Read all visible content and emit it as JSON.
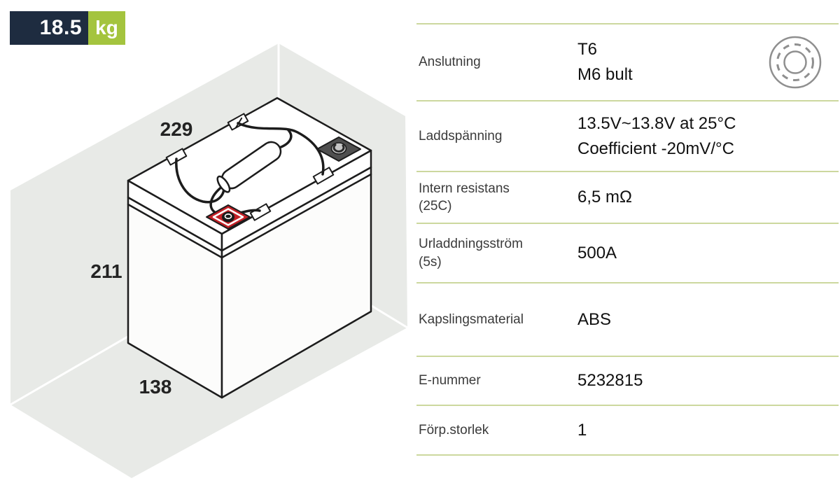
{
  "badge": {
    "weight": "18.5",
    "unit": "kg",
    "navy_color": "#1e2c40",
    "green_color": "#a4c43e"
  },
  "diagram": {
    "dim_width": "229",
    "dim_height": "211",
    "dim_depth": "138",
    "colors": {
      "background": "#e8eae7",
      "outline": "#1c1c1c",
      "positive_terminal": "#c32026",
      "negative_terminal": "#4f4f4f"
    }
  },
  "spec_table": {
    "divider_color": "#ccd89e",
    "rows": [
      {
        "label": "Anslutning",
        "label_sub": "",
        "value": "T6",
        "value_line2": "M6 bult"
      },
      {
        "label": "Laddspänning",
        "label_sub": "",
        "value": "13.5V~13.8V at 25°C",
        "value_line2": "Coefficient -20mV/°C"
      },
      {
        "label": "Intern resistans",
        "label_sub": "(25C)",
        "value": "6,5 mΩ",
        "value_line2": ""
      },
      {
        "label": "Urladdningsström",
        "label_sub": "(5s)",
        "value": "500A",
        "value_line2": ""
      },
      {
        "label": "Kapslingsmaterial",
        "label_sub": "",
        "value": "ABS",
        "value_line2": ""
      },
      {
        "label": "E-nummer",
        "label_sub": "",
        "value": "5232815",
        "value_line2": ""
      },
      {
        "label": "Förp.storlek",
        "label_sub": "",
        "value": "1",
        "value_line2": ""
      }
    ]
  }
}
